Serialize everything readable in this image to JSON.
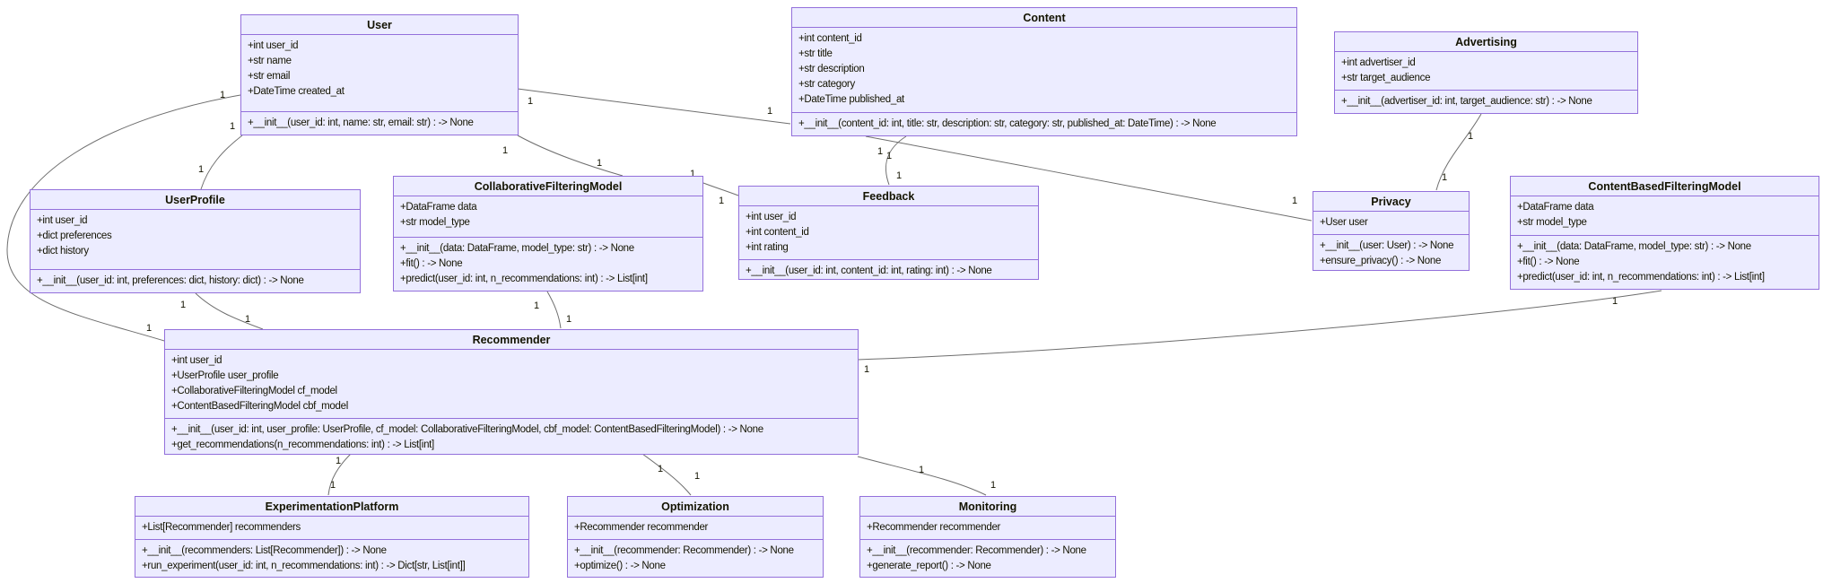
{
  "diagram": {
    "kind": "uml-class-diagram",
    "colors": {
      "box_fill": "#ECECFF",
      "box_border": "#9370DB",
      "edge_line": "#6e6e6e",
      "background": "#ffffff",
      "text": "#131300"
    }
  },
  "classes": [
    {
      "name": "User",
      "attributes": [
        "+int user_id",
        "+str name",
        "+str email",
        "+DateTime created_at"
      ],
      "methods": [
        "+__init__(user_id: int, name: str, email: str) : -> None"
      ]
    },
    {
      "name": "Content",
      "attributes": [
        "+int content_id",
        "+str title",
        "+str description",
        "+str category",
        "+DateTime published_at"
      ],
      "methods": [
        "+__init__(content_id: int, title: str, description: str, category: str, published_at: DateTime) : -> None"
      ]
    },
    {
      "name": "Advertising",
      "attributes": [
        "+int advertiser_id",
        "+str target_audience"
      ],
      "methods": [
        "+__init__(advertiser_id: int, target_audience: str) : -> None"
      ]
    },
    {
      "name": "UserProfile",
      "attributes": [
        "+int user_id",
        "+dict preferences",
        "+dict history"
      ],
      "methods": [
        "+__init__(user_id: int, preferences: dict, history: dict) : -> None"
      ]
    },
    {
      "name": "CollaborativeFilteringModel",
      "attributes": [
        "+DataFrame data",
        "+str model_type"
      ],
      "methods": [
        "+__init__(data: DataFrame, model_type: str) : -> None",
        "+fit() : -> None",
        "+predict(user_id: int, n_recommendations: int) : -> List[int]"
      ]
    },
    {
      "name": "Feedback",
      "attributes": [
        "+int user_id",
        "+int content_id",
        "+int rating"
      ],
      "methods": [
        "+__init__(user_id: int, content_id: int, rating: int) : -> None"
      ]
    },
    {
      "name": "Privacy",
      "attributes": [
        "+User user"
      ],
      "methods": [
        "+__init__(user: User) : -> None",
        "+ensure_privacy() : -> None"
      ]
    },
    {
      "name": "ContentBasedFilteringModel",
      "attributes": [
        "+DataFrame data",
        "+str model_type"
      ],
      "methods": [
        "+__init__(data: DataFrame, model_type: str) : -> None",
        "+fit() : -> None",
        "+predict(user_id: int, n_recommendations: int) : -> List[int]"
      ]
    },
    {
      "name": "Recommender",
      "attributes": [
        "+int user_id",
        "+UserProfile user_profile",
        "+CollaborativeFilteringModel cf_model",
        "+ContentBasedFilteringModel cbf_model"
      ],
      "methods": [
        "+__init__(user_id: int, user_profile: UserProfile, cf_model: CollaborativeFilteringModel, cbf_model: ContentBasedFilteringModel) : -> None",
        "+get_recommendations(n_recommendations: int) : -> List[int]"
      ]
    },
    {
      "name": "ExperimentationPlatform",
      "attributes": [
        "+List[Recommender] recommenders"
      ],
      "methods": [
        "+__init__(recommenders: List[Recommender]) : -> None",
        "+run_experiment(user_id: int, n_recommendations: int) : -> Dict[str, List[int]]"
      ]
    },
    {
      "name": "Optimization",
      "attributes": [
        "+Recommender recommender"
      ],
      "methods": [
        "+__init__(recommender: Recommender) : -> None",
        "+optimize() : -> None"
      ]
    },
    {
      "name": "Monitoring",
      "attributes": [
        "+Recommender recommender"
      ],
      "methods": [
        "+__init__(recommender: Recommender) : -> None",
        "+generate_report() : -> None"
      ]
    }
  ],
  "edges": [
    {
      "from": "User",
      "to": "UserProfile",
      "from_label": "1",
      "to_label": "1"
    },
    {
      "from": "User",
      "to": "Recommender",
      "from_label": "1",
      "to_label": "1"
    },
    {
      "from": "User",
      "to": "CollaborativeFilteringModel",
      "from_label": "1",
      "to_label": "1"
    },
    {
      "from": "User",
      "to": "Content",
      "from_label": "1",
      "to_label": "1"
    },
    {
      "from": "Content",
      "to": "Feedback",
      "from_label": "1",
      "to_label": "1"
    },
    {
      "from": "Content",
      "to": "Privacy",
      "from_label": "1",
      "to_label": "1"
    },
    {
      "from": "CollaborativeFilteringModel",
      "to": "Feedback",
      "from_label": "1",
      "to_label": "1"
    },
    {
      "from": "CollaborativeFilteringModel",
      "to": "Recommender",
      "from_label": "1",
      "to_label": "1"
    },
    {
      "from": "Advertising",
      "to": "Privacy",
      "from_label": "1",
      "to_label": "1"
    },
    {
      "from": "UserProfile",
      "to": "Recommender",
      "from_label": "1",
      "to_label": "1"
    },
    {
      "from": "Recommender",
      "to": "ContentBasedFilteringModel",
      "from_label": "1",
      "to_label": "1"
    },
    {
      "from": "Recommender",
      "to": "ExperimentationPlatform",
      "from_label": "1",
      "to_label": "1"
    },
    {
      "from": "Recommender",
      "to": "Optimization",
      "from_label": "1",
      "to_label": "1"
    },
    {
      "from": "Recommender",
      "to": "Monitoring",
      "from_label": "1",
      "to_label": "1"
    }
  ]
}
